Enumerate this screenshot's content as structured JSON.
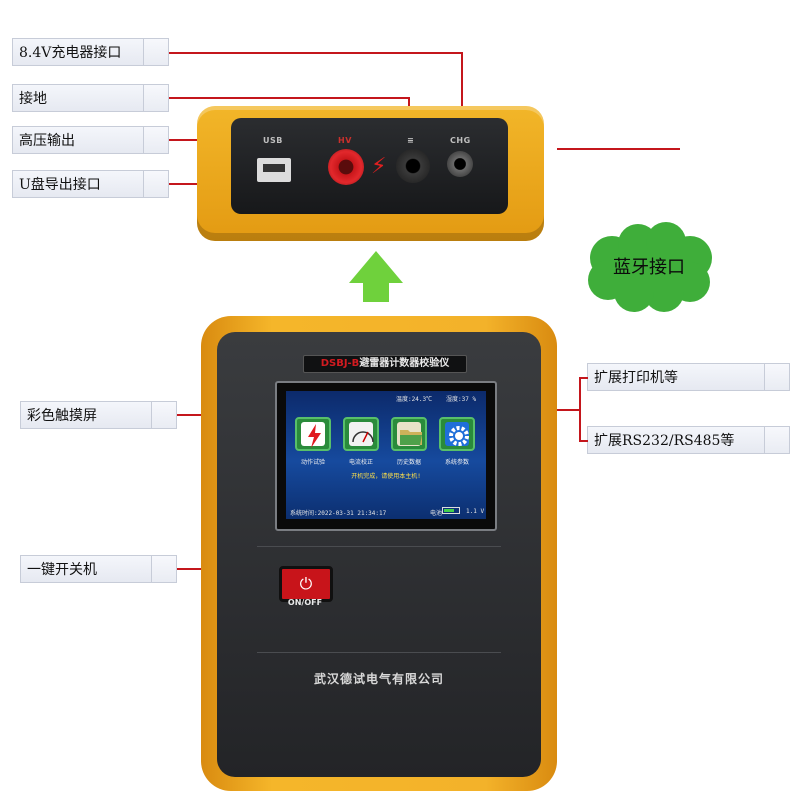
{
  "labels": {
    "charger_port": "8.4V充电器接口",
    "ground": "接地",
    "hv_output": "高压输出",
    "usb_export": "U盘导出接口",
    "touchscreen": "彩色触摸屏",
    "power_switch": "一键开关机",
    "printer_ext": "扩展打印机等",
    "serial_ext": "扩展RS232/RS485等",
    "bluetooth": "蓝牙接口"
  },
  "top_device": {
    "ports": [
      "USB",
      "HV",
      "≡",
      "CHG"
    ]
  },
  "main_device": {
    "model": "DSBJ-B",
    "name": "避雷器计数器校验仪",
    "power_label": "ON/OFF",
    "company": "武汉德试电气有限公司",
    "screen": {
      "temperature": "温度:24.3℃",
      "humidity": "湿度:37 %",
      "tiles": [
        "动作试验",
        "电流校正",
        "历史数据",
        "系统参数"
      ],
      "message": "开机完成，请使用本主机!",
      "datetime": "系统时间:2022-03-31 21:34:17",
      "battery_label": "电池",
      "battery_voltage": "1.1 V",
      "battery_level": 0.7
    }
  },
  "colors": {
    "callout_line": "#c4161c",
    "device_body": "#f3b22a",
    "arrow": "#6fd13c",
    "cloud": "#3fae3a"
  }
}
